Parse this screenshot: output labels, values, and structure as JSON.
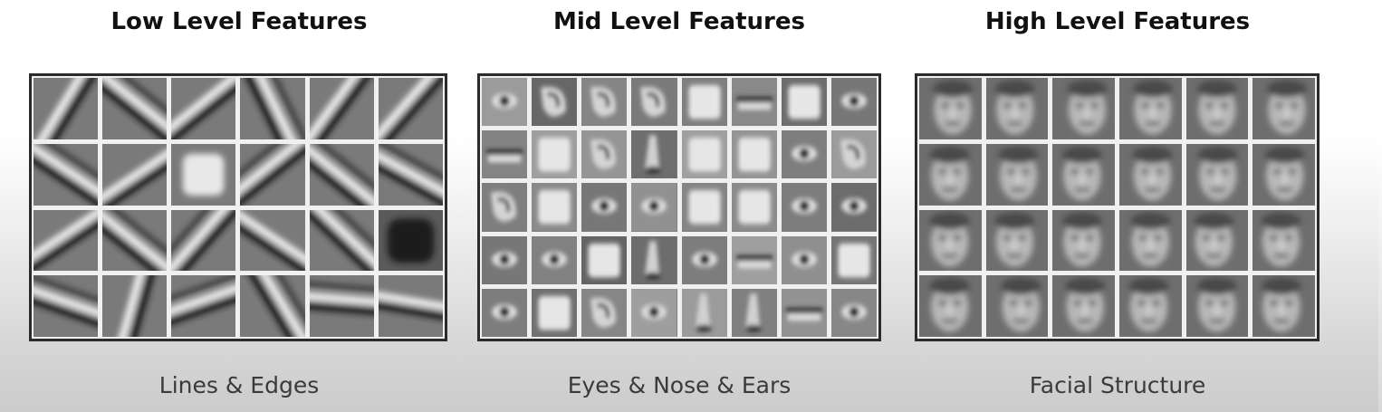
{
  "panels": [
    {
      "title": "Low Level Features",
      "caption": "Lines & Edges",
      "kind": "edges",
      "cols": 6,
      "rows": 4
    },
    {
      "title": "Mid Level Features",
      "caption": "Eyes & Nose & Ears",
      "kind": "parts",
      "cols": 8,
      "rows": 5
    },
    {
      "title": "High Level Features",
      "caption": "Facial Structure",
      "kind": "faces",
      "cols": 6,
      "rows": 4
    }
  ],
  "colors": {
    "frame": "#2b2b2b",
    "grid_lines": "#f0f0f0",
    "tile_gray": "#7d7d7d"
  }
}
